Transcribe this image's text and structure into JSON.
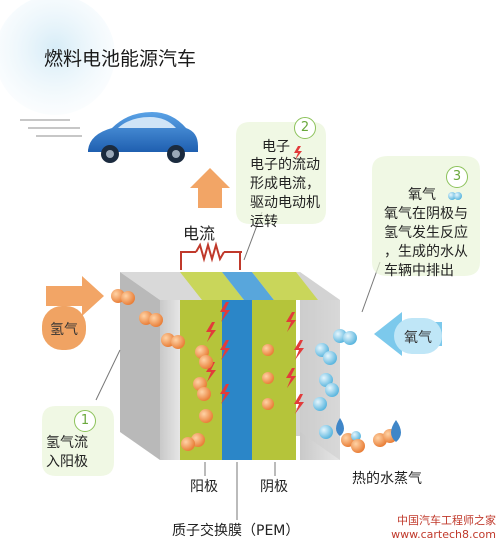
{
  "title": "燃料电池能源汽车",
  "current_label": "电流",
  "step2": {
    "number": "2",
    "heading": "电子",
    "lines": [
      "电子的流动",
      "形成电流，",
      "驱动电动机",
      "运转"
    ]
  },
  "step3": {
    "number": "3",
    "heading": "氧气",
    "lines": [
      "氧气在阴极与",
      "氢气发生反应",
      "，生成的水从",
      "车辆中排出"
    ]
  },
  "step1": {
    "number": "1",
    "lines": [
      "氢气流",
      "入阳极"
    ]
  },
  "hydrogen_label": "氢气",
  "oxygen_label": "氧气",
  "steam_label": "热的水蒸气",
  "anode_label": "阳极",
  "cathode_label": "阴极",
  "pem_label": "质子交换膜（PEM）",
  "watermark": "中国汽车工程师之家 www.cartech8.com",
  "colors": {
    "anode": "#b5c43a",
    "membrane": "#2b86c8",
    "car": "#2f78c8",
    "arrow_orange": "#f2a566",
    "arrow_blue": "#73c4ea",
    "numbers": "#8cc25a"
  }
}
